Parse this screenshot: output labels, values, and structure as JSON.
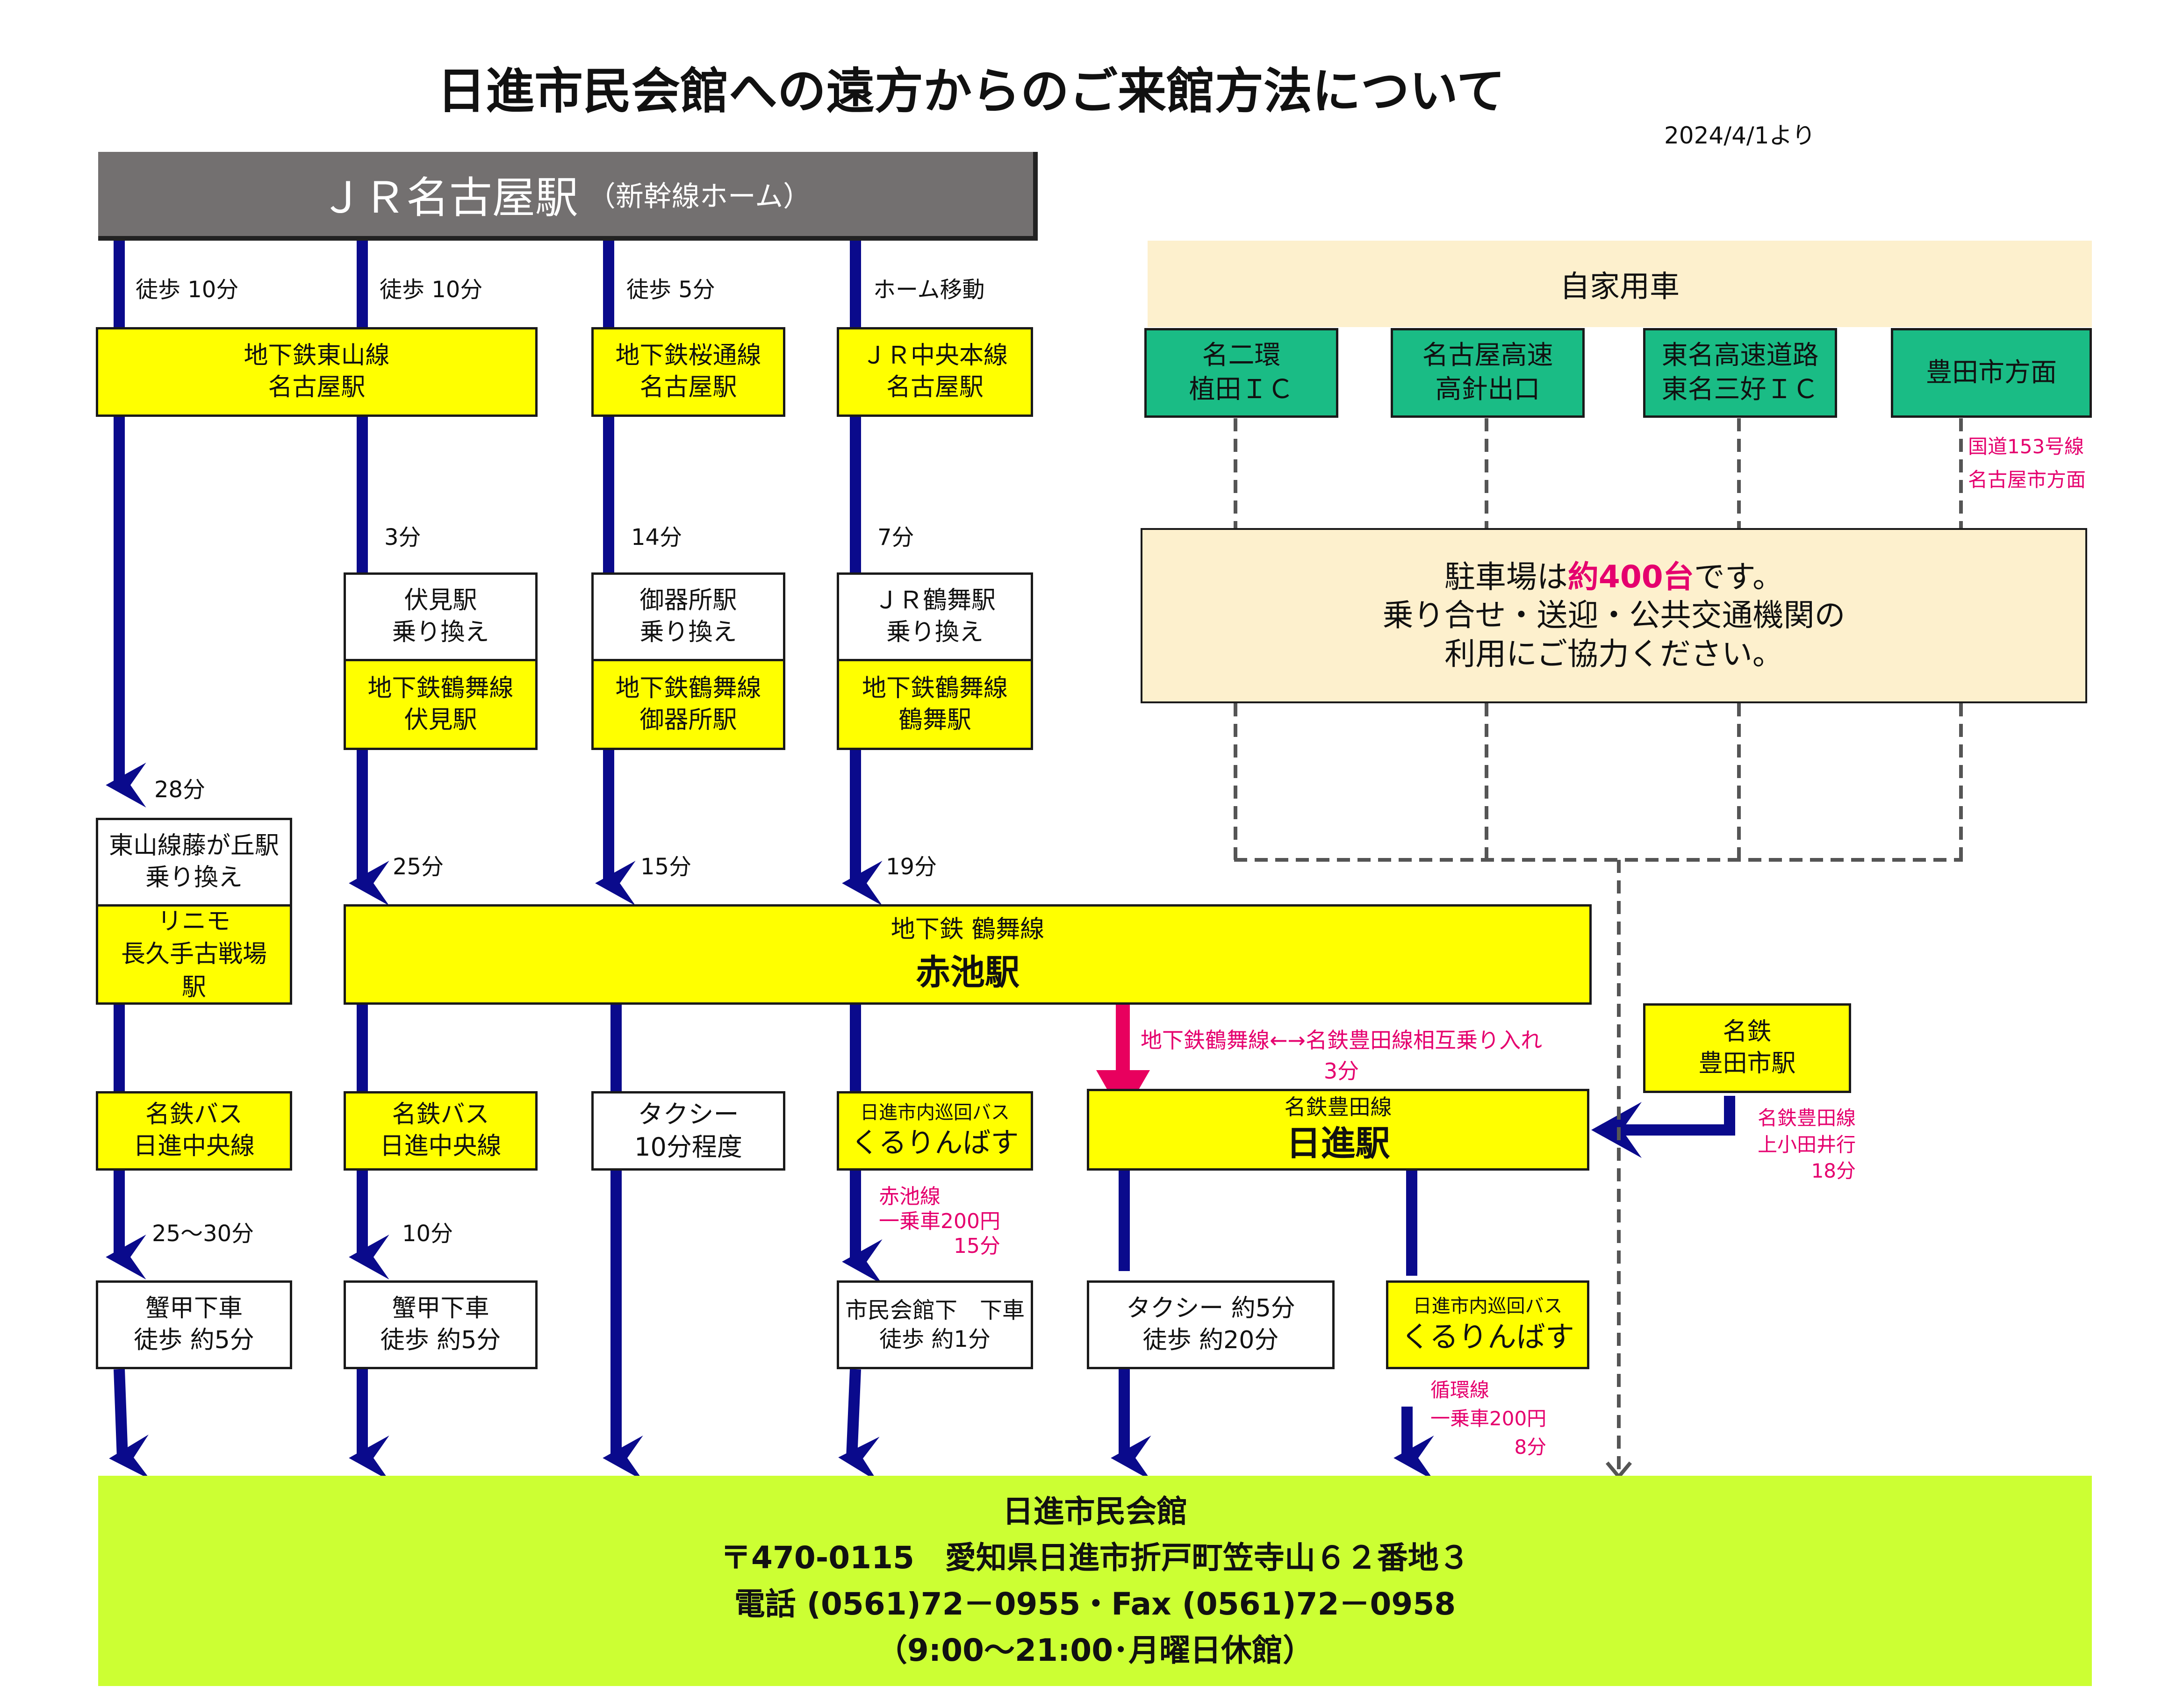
{
  "title": "日進市民会館への遠方からのご来館方法について",
  "date_note": "2024/4/1より",
  "jr_nagoya": {
    "main": "ＪＲ名古屋駅",
    "sub": "（新幹線ホーム）"
  },
  "walk": {
    "w1": "徒歩 10分",
    "w2": "徒歩 10分",
    "w3": "徒歩 5分",
    "w4": "ホーム移動"
  },
  "row1": {
    "higashiyama": [
      "地下鉄東山線",
      "名古屋駅"
    ],
    "sakuradori": [
      "地下鉄桜通線",
      "名古屋駅"
    ],
    "chuo": [
      "ＪＲ中央本線",
      "名古屋駅"
    ]
  },
  "dur1": {
    "d2": "3分",
    "d3": "14分",
    "d4": "7分",
    "d1": "28分"
  },
  "transfer": {
    "fushimi": [
      "伏見駅",
      "乗り換え"
    ],
    "gokisho": [
      "御器所駅",
      "乗り換え"
    ],
    "tsurumai": [
      "ＪＲ鶴舞駅",
      "乗り換え"
    ]
  },
  "tsurumai_line": {
    "fushimi": [
      "地下鉄鶴舞線",
      "伏見駅"
    ],
    "gokisho": [
      "地下鉄鶴舞線",
      "御器所駅"
    ],
    "tsurumai": [
      "地下鉄鶴舞線",
      "鶴舞駅"
    ]
  },
  "fujigaoka": {
    "top": [
      "東山線藤が丘駅",
      "乗り換え"
    ],
    "bottom": [
      "リニモ",
      "長久手古戦場",
      "駅"
    ]
  },
  "dur2": {
    "d2": "25分",
    "d3": "15分",
    "d4": "19分"
  },
  "akaike": {
    "line": "地下鉄 鶴舞線",
    "name": "赤池駅"
  },
  "sogo": {
    "line1": "地下鉄鶴舞線←→名鉄豊田線相互乗り入れ",
    "line2": "3分"
  },
  "car": {
    "header": "自家用車",
    "ic1": [
      "名二環",
      "植田ＩＣ"
    ],
    "ic2": [
      "名古屋高速",
      "高針出口"
    ],
    "ic3": [
      "東名高速道路",
      "東名三好ＩＣ"
    ],
    "ic4": "豊田市方面",
    "route": [
      "国道153号線",
      "名古屋市方面"
    ],
    "parking_pre": "駐車場は",
    "parking_num": "約400台",
    "parking_post": "です。",
    "parking_l2": "乗り合せ・送迎・公共交通機関の",
    "parking_l3": "利用にご協力ください。"
  },
  "toyotashi": [
    "名鉄",
    "豊田市駅"
  ],
  "toyota_note": [
    "名鉄豊田線",
    "上小田井行",
    "18分"
  ],
  "row3": {
    "bus1": [
      "名鉄バス",
      "日進中央線"
    ],
    "bus2": [
      "名鉄バス",
      "日進中央線"
    ],
    "taxi": [
      "タクシー",
      "10分程度"
    ],
    "kururin_sub": "日進市内巡回バス",
    "kururin": "くるりんばす",
    "nisshin_line": "名鉄豊田線",
    "nisshin": "日進駅"
  },
  "dur3": {
    "d1": "25～30分",
    "d2": "10分"
  },
  "akaike_bus": [
    "赤池線",
    "一乗車200円",
    "15分"
  ],
  "row4": {
    "kabuto1": [
      "蟹甲下車",
      "徒歩 約5分"
    ],
    "kabuto2": [
      "蟹甲下車",
      "徒歩 約5分"
    ],
    "shimin": [
      "市民会館下　下車",
      "徒歩 約1分"
    ],
    "taxi5": [
      "タクシー 約5分",
      "徒歩 約20分"
    ],
    "kururin_sub": "日進市内巡回バス",
    "kururin": "くるりんばす"
  },
  "junkan": [
    "循環線",
    "一乗車200円",
    "8分"
  ],
  "venue": {
    "name": "日進市民会館",
    "address": "〒470-0115　愛知県日進市折戸町笠寺山６２番地３",
    "tel": "電話 (0561)72－0955・Fax (0561)72－0958",
    "hours": "（9:00～21:00･月曜日休館）"
  },
  "colors": {
    "yellow": "#ffff00",
    "navy": "#0a0a8c",
    "pink": "#e8005e",
    "lime": "#ccff33",
    "gray": "#737070",
    "green": "#1abc85",
    "cream": "#fdf0cd"
  }
}
